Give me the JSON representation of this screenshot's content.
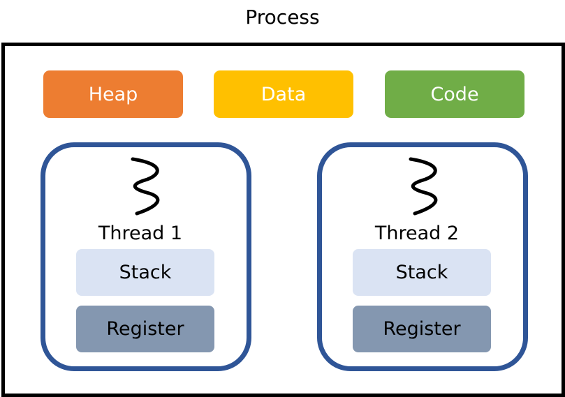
{
  "title": "Process",
  "segments": [
    {
      "label": "Heap",
      "color": "#ed7d31"
    },
    {
      "label": "Data",
      "color": "#ffc000"
    },
    {
      "label": "Code",
      "color": "#70ad47"
    }
  ],
  "threads": [
    {
      "label": "Thread 1",
      "stack": "Stack",
      "register": "Register"
    },
    {
      "label": "Thread 2",
      "stack": "Stack",
      "register": "Register"
    }
  ],
  "colors": {
    "thread_border": "#2f5597",
    "stack_fill": "#dae3f3",
    "register_fill": "#8497b0"
  }
}
